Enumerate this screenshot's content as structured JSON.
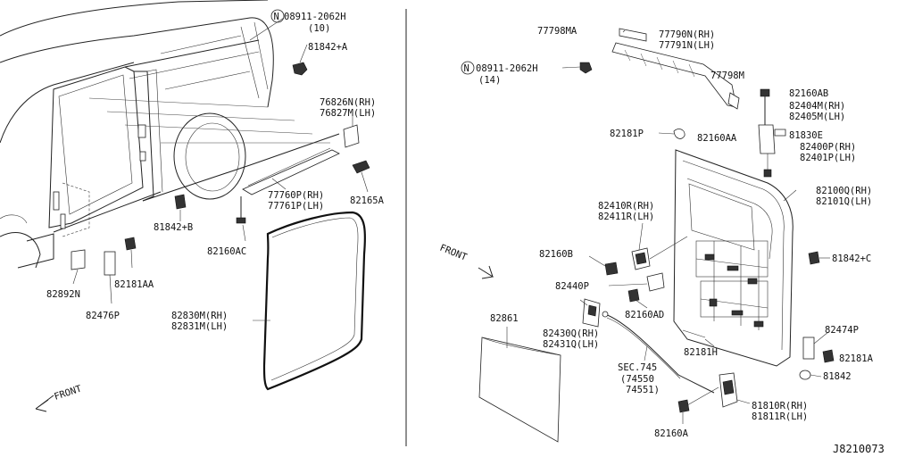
{
  "callouts": {
    "bolt_left": "08911-2062H",
    "bolt_left_qty": "(10)",
    "bolt_right": "08911-2062H",
    "bolt_right_qty": "(14)",
    "n_symbol": "N",
    "p81842a": "81842+A",
    "p76826n": "76826N(RH)",
    "p76827m": "76827M(LH)",
    "p77760p": "77760P(RH)",
    "p77761p": "77761P(LH)",
    "p82165a": "82165A",
    "p81842b": "81842+B",
    "p82160ac": "82160AC",
    "p82892n": "82892N",
    "p82181aa": "82181AA",
    "p82476p": "82476P",
    "p82830m": "82830M(RH)",
    "p82831m": "82831M(LH)",
    "p77798ma": "77798MA",
    "p77790n": "77790N(RH)",
    "p77791n": "77791N(LH)",
    "p77798m": "77798M",
    "p82160ab": "82160AB",
    "p82404m": "82404M(RH)",
    "p82405m": "82405M(LH)",
    "p82181p": "82181P",
    "p82160aa": "82160AA",
    "p81830e": "81830E",
    "p82400p": "82400P(RH)",
    "p82401p": "82401P(LH)",
    "p82100q": "82100Q(RH)",
    "p82101q": "82101Q(LH)",
    "p82410r": "82410R(RH)",
    "p82411r": "82411R(LH)",
    "p82160b": "82160B",
    "p81842c": "81842+C",
    "p82440p": "82440P",
    "p82160ad": "82160AD",
    "p82861": "82861",
    "p82430q": "82430Q(RH)",
    "p82431q": "82431Q(LH)",
    "p82181h": "82181H",
    "p82474p": "82474P",
    "p82181a": "82181A",
    "sec745": "SEC.745",
    "sec745_a": "(74550",
    "sec745_b": "74551)",
    "p81842": "81842",
    "p81810r": "81810R(RH)",
    "p81811r": "81811R(LH)",
    "p82160a": "82160A"
  },
  "orientation": {
    "front_left": "FRONT",
    "front_right": "FRONT"
  },
  "reference": "J8210073"
}
